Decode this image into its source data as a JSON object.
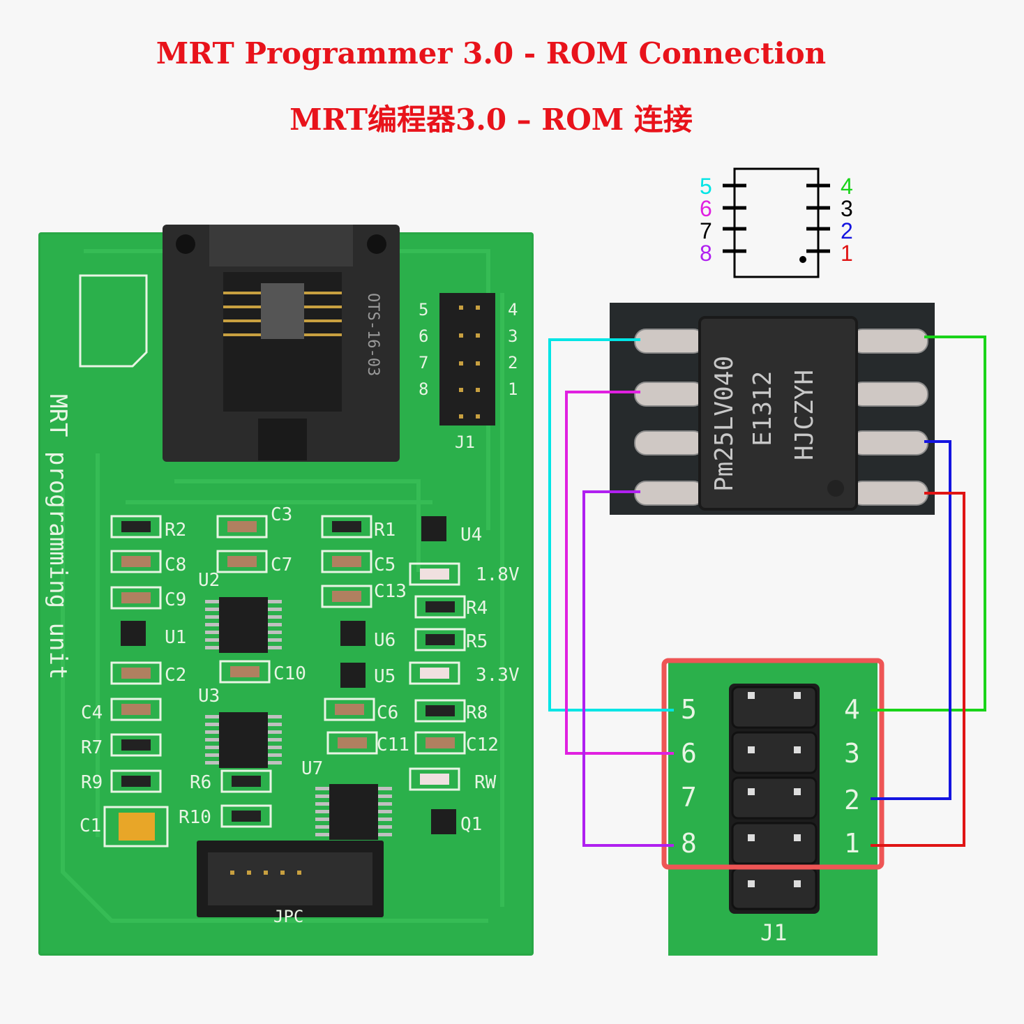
{
  "title": "MRT Programmer 3.0 - ROM Connection",
  "subtitle": "MRT编程器3.0 – ROM 连接",
  "pinout": {
    "left_pins": [
      {
        "num": "5",
        "color": "#00e5e5"
      },
      {
        "num": "6",
        "color": "#e020e0"
      },
      {
        "num": "7",
        "color": "#000000"
      },
      {
        "num": "8",
        "color": "#b020f0"
      }
    ],
    "right_pins": [
      {
        "num": "4",
        "color": "#19d419"
      },
      {
        "num": "3",
        "color": "#000000"
      },
      {
        "num": "2",
        "color": "#1414e0"
      },
      {
        "num": "1",
        "color": "#e01414"
      }
    ]
  },
  "chip": {
    "line1": "Pm25LV040",
    "line2": "E1312",
    "line3": "HJCZYH"
  },
  "board": {
    "silkscreen": "MRT programming unit",
    "socket_label": "OTS-16-03",
    "header_label": "J1",
    "header_left_pins": [
      "5",
      "6",
      "7",
      "8"
    ],
    "header_right_pins": [
      "4",
      "3",
      "2",
      "1"
    ],
    "connector_label": "JPC",
    "components": [
      "R2",
      "C3",
      "R1",
      "U4",
      "C8",
      "C7",
      "C5",
      "1.8V",
      "C9",
      "U2",
      "C13",
      "R4",
      "U1",
      "U6",
      "R5",
      "C2",
      "C10",
      "U5",
      "3.3V",
      "U3",
      "C4",
      "C6",
      "R8",
      "R7",
      "C11",
      "C12",
      "R9",
      "R6",
      "U7",
      "RW",
      "C1",
      "R10",
      "Q1"
    ]
  },
  "closeup": {
    "left_pins": [
      "5",
      "6",
      "7",
      "8"
    ],
    "right_pins": [
      "4",
      "3",
      "2",
      "1"
    ],
    "label": "J1"
  },
  "wire_colors": {
    "pin5": "#00e5e5",
    "pin6": "#e020e0",
    "pin8": "#b020f0",
    "pin4": "#19d419",
    "pin2": "#1414e0",
    "pin1": "#e01414"
  }
}
